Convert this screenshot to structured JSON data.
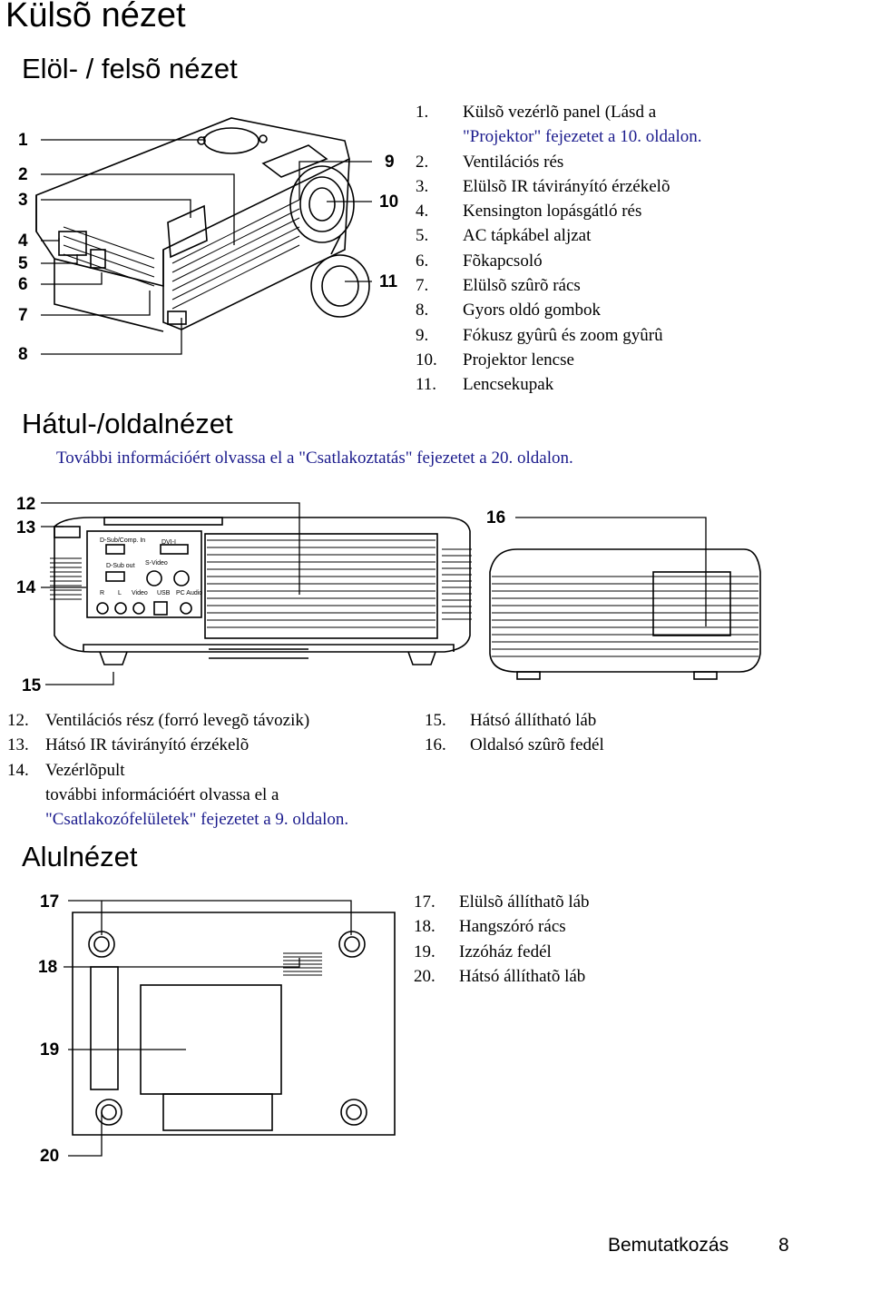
{
  "title": "Külsõ nézet",
  "sections": {
    "front": {
      "heading": "Elöl- / felsõ nézet",
      "callouts": [
        "1",
        "2",
        "3",
        "4",
        "5",
        "6",
        "7",
        "8",
        "9",
        "10",
        "11"
      ],
      "items": [
        {
          "n": "1.",
          "text": "Külsõ vezérlõ panel (Lásd   a",
          "cont": "\"Projektor\" fejezetet a 10. oldalon."
        },
        {
          "n": "2.",
          "text": "Ventilációs rés"
        },
        {
          "n": "3.",
          "text": "Elülsõ IR távirányító érzékelõ"
        },
        {
          "n": "4.",
          "text": "Kensington lopásgátló rés"
        },
        {
          "n": "5.",
          "text": "AC tápkábel aljzat"
        },
        {
          "n": "6.",
          "text": "Fõkapcsoló"
        },
        {
          "n": "7.",
          "text": "Elülsõ szûrõ rács"
        },
        {
          "n": "8.",
          "text": "Gyors oldó gombok"
        },
        {
          "n": "9.",
          "text": "Fókusz gyûrû és zoom gyûrû"
        },
        {
          "n": "10.",
          "text": "Projektor lencse"
        },
        {
          "n": "11.",
          "text": "Lencsekupak"
        }
      ]
    },
    "rear": {
      "heading": "Hátul-/oldalnézet",
      "note": "További információért olvassa el a \"Csatlakoztatás\" fejezetet a 20. oldalon.",
      "callouts": [
        "12",
        "13",
        "14",
        "15",
        "16"
      ],
      "panel_labels": {
        "dsub_in": "D-Sub/Comp. In",
        "dvi": "DVI-I",
        "dsub_out": "D-Sub out",
        "svideo": "S-Video",
        "r": "R",
        "l": "L",
        "video": "Video",
        "usb": "USB",
        "pc_audio": "PC Audio"
      },
      "items_left": [
        {
          "n": "12.",
          "text": "Ventilációs rész (forró levegõ távozik)"
        },
        {
          "n": "13.",
          "text": "Hátsó IR távirányító érzékelõ"
        },
        {
          "n": "14.",
          "text": "Vezérlõpult",
          "cont1": "további információért olvassa el a",
          "cont2": "\"Csatlakozófelületek\" fejezetet a 9. oldalon."
        }
      ],
      "items_right": [
        {
          "n": "15.",
          "text": "Hátsó állítható láb"
        },
        {
          "n": "16.",
          "text": "Oldalsó szûrõ fedél"
        }
      ]
    },
    "bottom": {
      "heading": "Alulnézet",
      "callouts": [
        "17",
        "18",
        "19",
        "20"
      ],
      "items": [
        {
          "n": "17.",
          "text": "Elülsõ állíthatõ láb"
        },
        {
          "n": "18.",
          "text": "Hangszóró rács"
        },
        {
          "n": "19.",
          "text": "Izzóház fedél"
        },
        {
          "n": "20.",
          "text": "Hátsó állíthatõ láb"
        }
      ]
    }
  },
  "footer": {
    "section": "Bemutatkozás",
    "page": "8"
  },
  "colors": {
    "link": "#1a1a8c",
    "line": "#000000"
  }
}
